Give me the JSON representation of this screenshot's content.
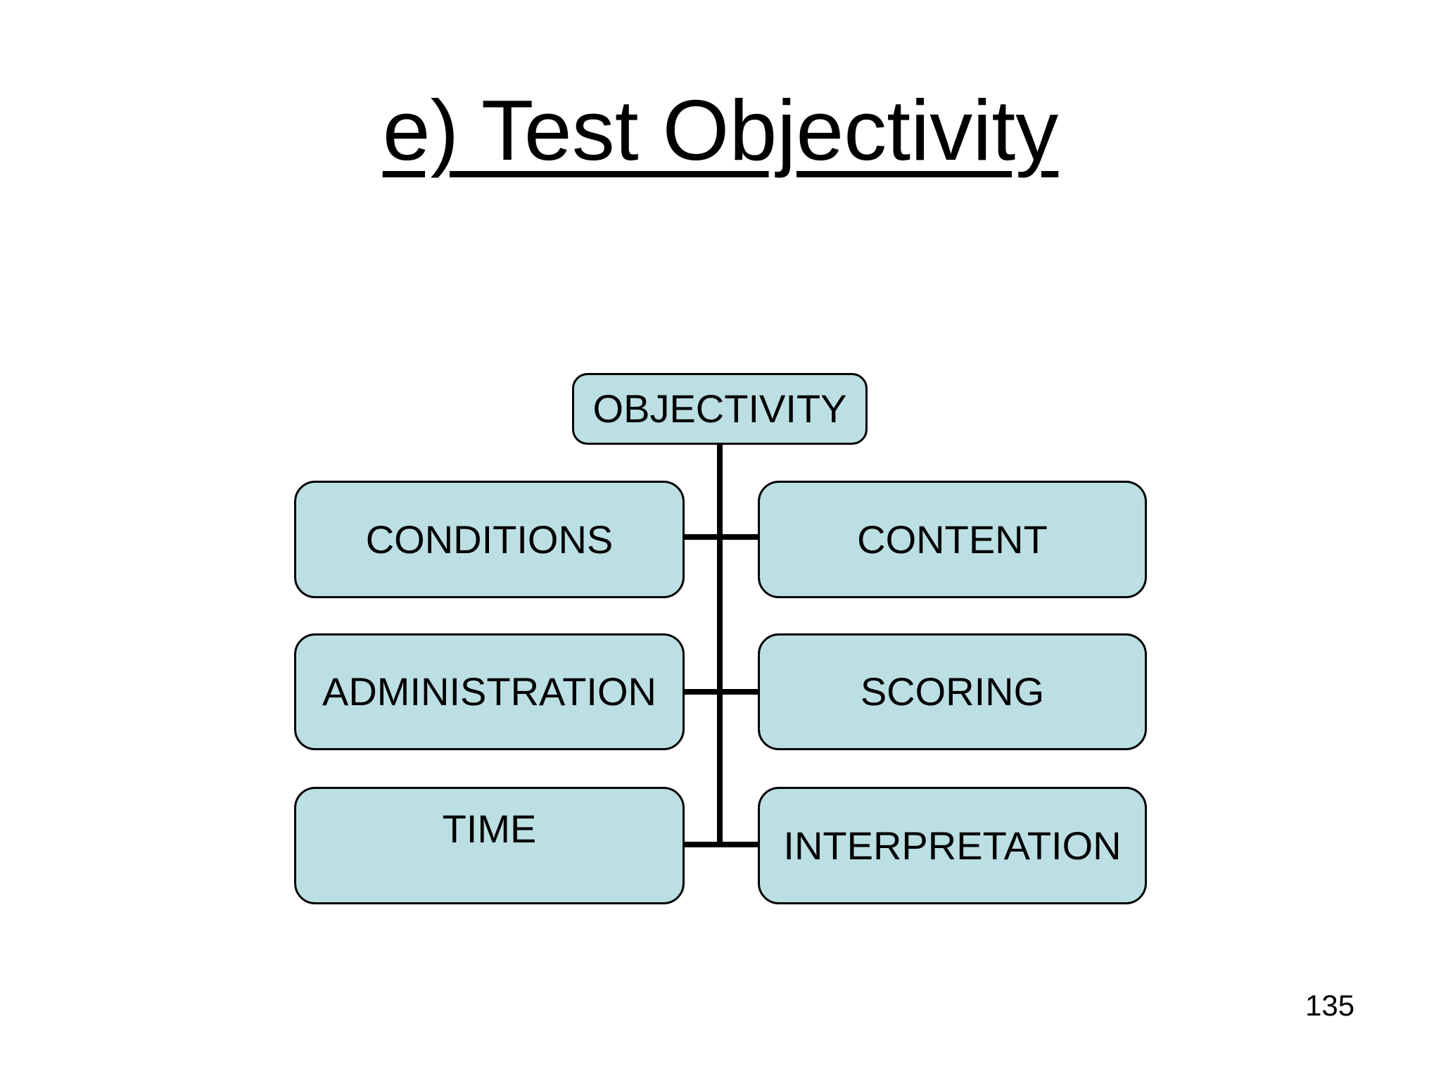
{
  "slide": {
    "title": "e) Test Objectivity",
    "page_number": "135",
    "background_color": "#ffffff",
    "text_color": "#000000"
  },
  "diagram": {
    "type": "hierarchy",
    "root": {
      "label": "OBJECTIVITY"
    },
    "rows": [
      {
        "left": "CONDITIONS",
        "right": "CONTENT"
      },
      {
        "left": "ADMINISTRATION",
        "right": "SCORING"
      },
      {
        "left": "TIME",
        "right": "INTERPRETATION"
      }
    ],
    "box_fill": "#bcdfe3",
    "box_border_color": "#000000",
    "connector_color": "#000000"
  }
}
